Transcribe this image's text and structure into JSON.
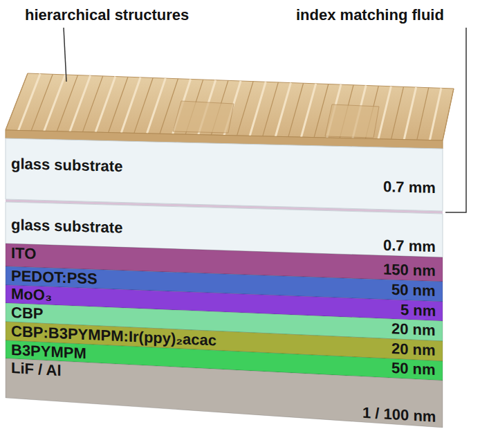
{
  "diagram": {
    "nodes": [
      {
        "text": [
          "glass substrate",
          "0.7 mm"
        ]
      },
      {
        "text": [
          "glass substrate",
          "0.7 mm"
        ]
      },
      {
        "text": [
          "ITO",
          "150 nm"
        ]
      },
      {
        "text": [
          "PEDOT:PSS",
          "50 nm"
        ]
      },
      {
        "text": [
          "MoO₃",
          "5 nm"
        ]
      },
      {
        "text": [
          "CBP",
          "20 nm"
        ]
      },
      {
        "text": [
          "CBP:B3PYMPM:Ir(ppy)₂acac",
          "20 nm"
        ]
      },
      {
        "text": [
          "B3PYMPM",
          "50 nm"
        ]
      },
      {
        "text": [
          "LiF / Al",
          "1 / 100 nm"
        ]
      }
    ],
    "labels": [
      "hierarchical structures",
      "index matching fluid"
    ]
  }
}
